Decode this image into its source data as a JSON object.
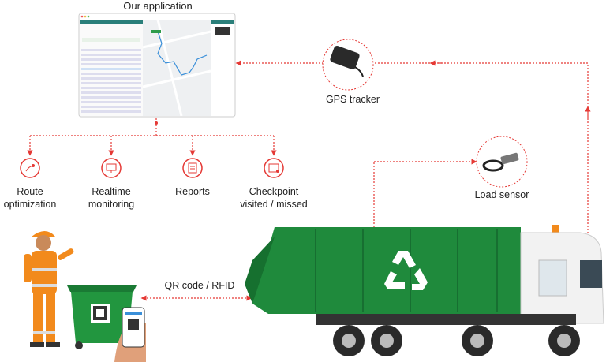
{
  "title": "Our application",
  "features": [
    {
      "label_line1": "Route",
      "label_line2": "optimization",
      "icon": "route-icon"
    },
    {
      "label_line1": "Realtime",
      "label_line2": "monitoring",
      "icon": "monitor-icon"
    },
    {
      "label_line1": "Reports",
      "label_line2": "",
      "icon": "report-icon"
    },
    {
      "label_line1": "Checkpoint",
      "label_line2": "visited / missed",
      "icon": "checkpoint-icon"
    }
  ],
  "devices": {
    "gps": "GPS tracker",
    "load_sensor": "Load sensor",
    "qr": "QR code / RFID"
  },
  "colors": {
    "accent": "#e53935",
    "truck_green": "#1f8a3c",
    "map_route": "#3a8fd9"
  }
}
